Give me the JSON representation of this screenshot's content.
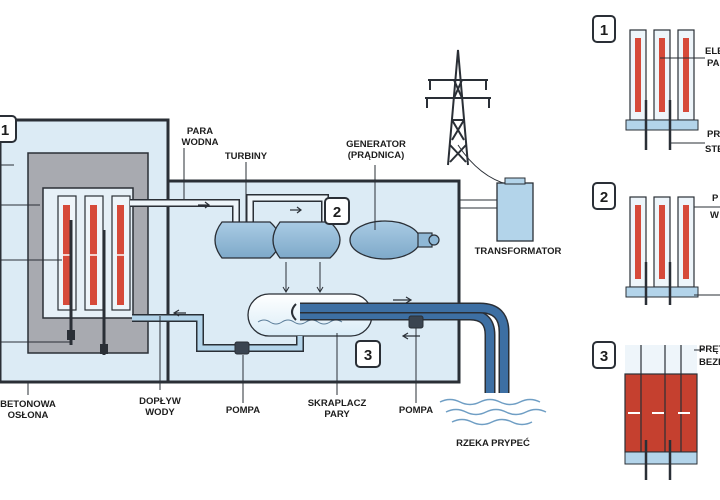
{
  "labels": {
    "para_wodna_1": "PARA",
    "para_wodna_2": "WODNA",
    "turbiny": "TURBINY",
    "generator_1": "GENERATOR",
    "generator_2": "(PRĄDNICA)",
    "transformator": "TRANSFORMATOR",
    "betonowa_1": "BETONOWA",
    "betonowa_2": "OSŁONA",
    "doplyw_1": "DOPŁYW",
    "doplyw_2": "WODY",
    "pompa_left": "POMPA",
    "skraplacz_1": "SKRAPLACZ",
    "skraplacz_2": "PARY",
    "pompa_right": "POMPA",
    "rzeka": "RZEKA PRYPEĆ"
  },
  "badges": {
    "main_1": "1",
    "main_2": "2",
    "main_3": "3",
    "side_1": "1",
    "side_2": "2",
    "side_3": "3"
  },
  "side_labels": {
    "s1_top_1": "ELE",
    "s1_top_2": "PA",
    "s1_bot_1": "PR",
    "s1_bot_2": "STE",
    "s2_top_1": "P",
    "s2_top_2": "W",
    "s3_top_1": "PRĘT",
    "s3_top_2": "BEZP"
  },
  "colors": {
    "building": "#dcebf5",
    "reactor_gray": "#a8aab0",
    "fuel_red": "#d64a3a",
    "pipe": "#b3d4ea",
    "tank": "#8fb8d6",
    "river_pipe": "#3d6fa3",
    "outline": "#2a2f36"
  }
}
